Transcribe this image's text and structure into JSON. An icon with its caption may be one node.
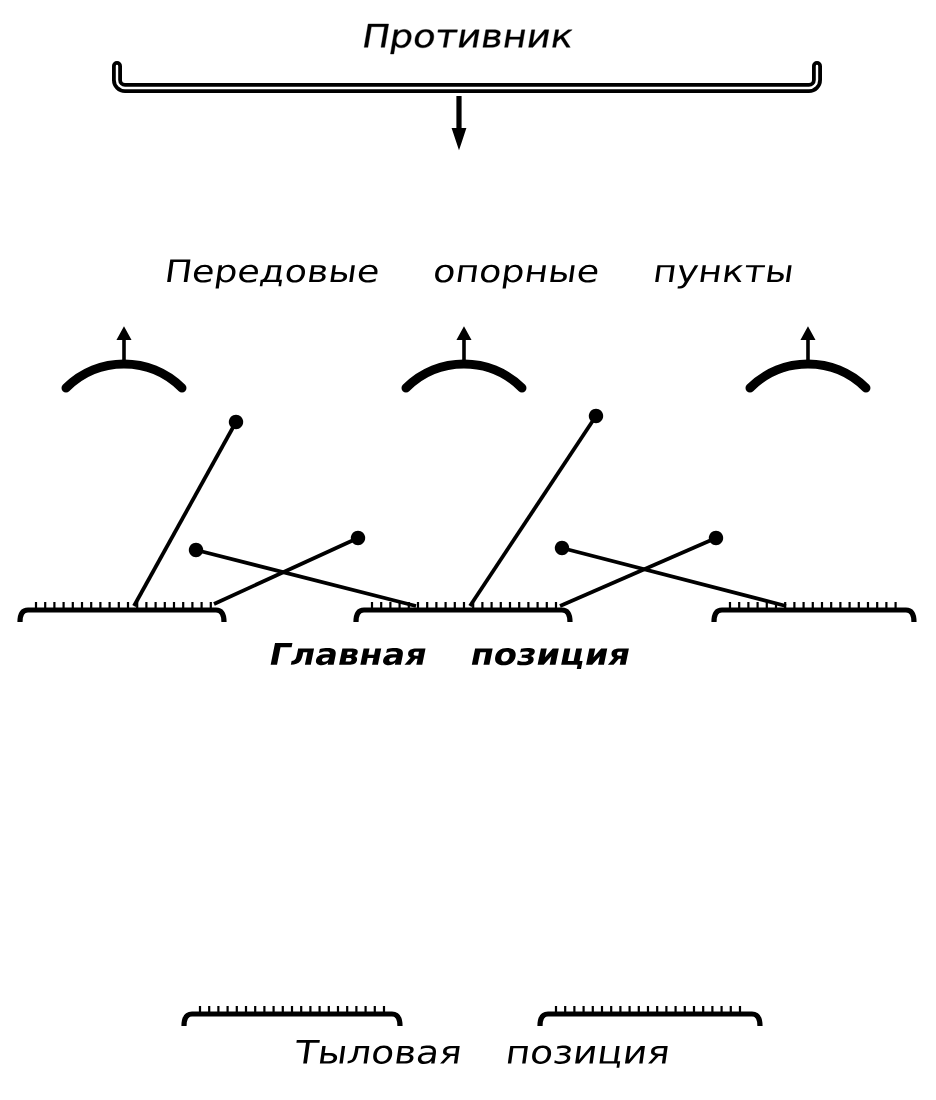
{
  "diagram": {
    "nodes": [
      {
        "text": [
          "Противник"
        ]
      }
    ],
    "labels": [
      "Передовые опорные пункты",
      "Главная позиция",
      "Тыловая позиция"
    ]
  }
}
